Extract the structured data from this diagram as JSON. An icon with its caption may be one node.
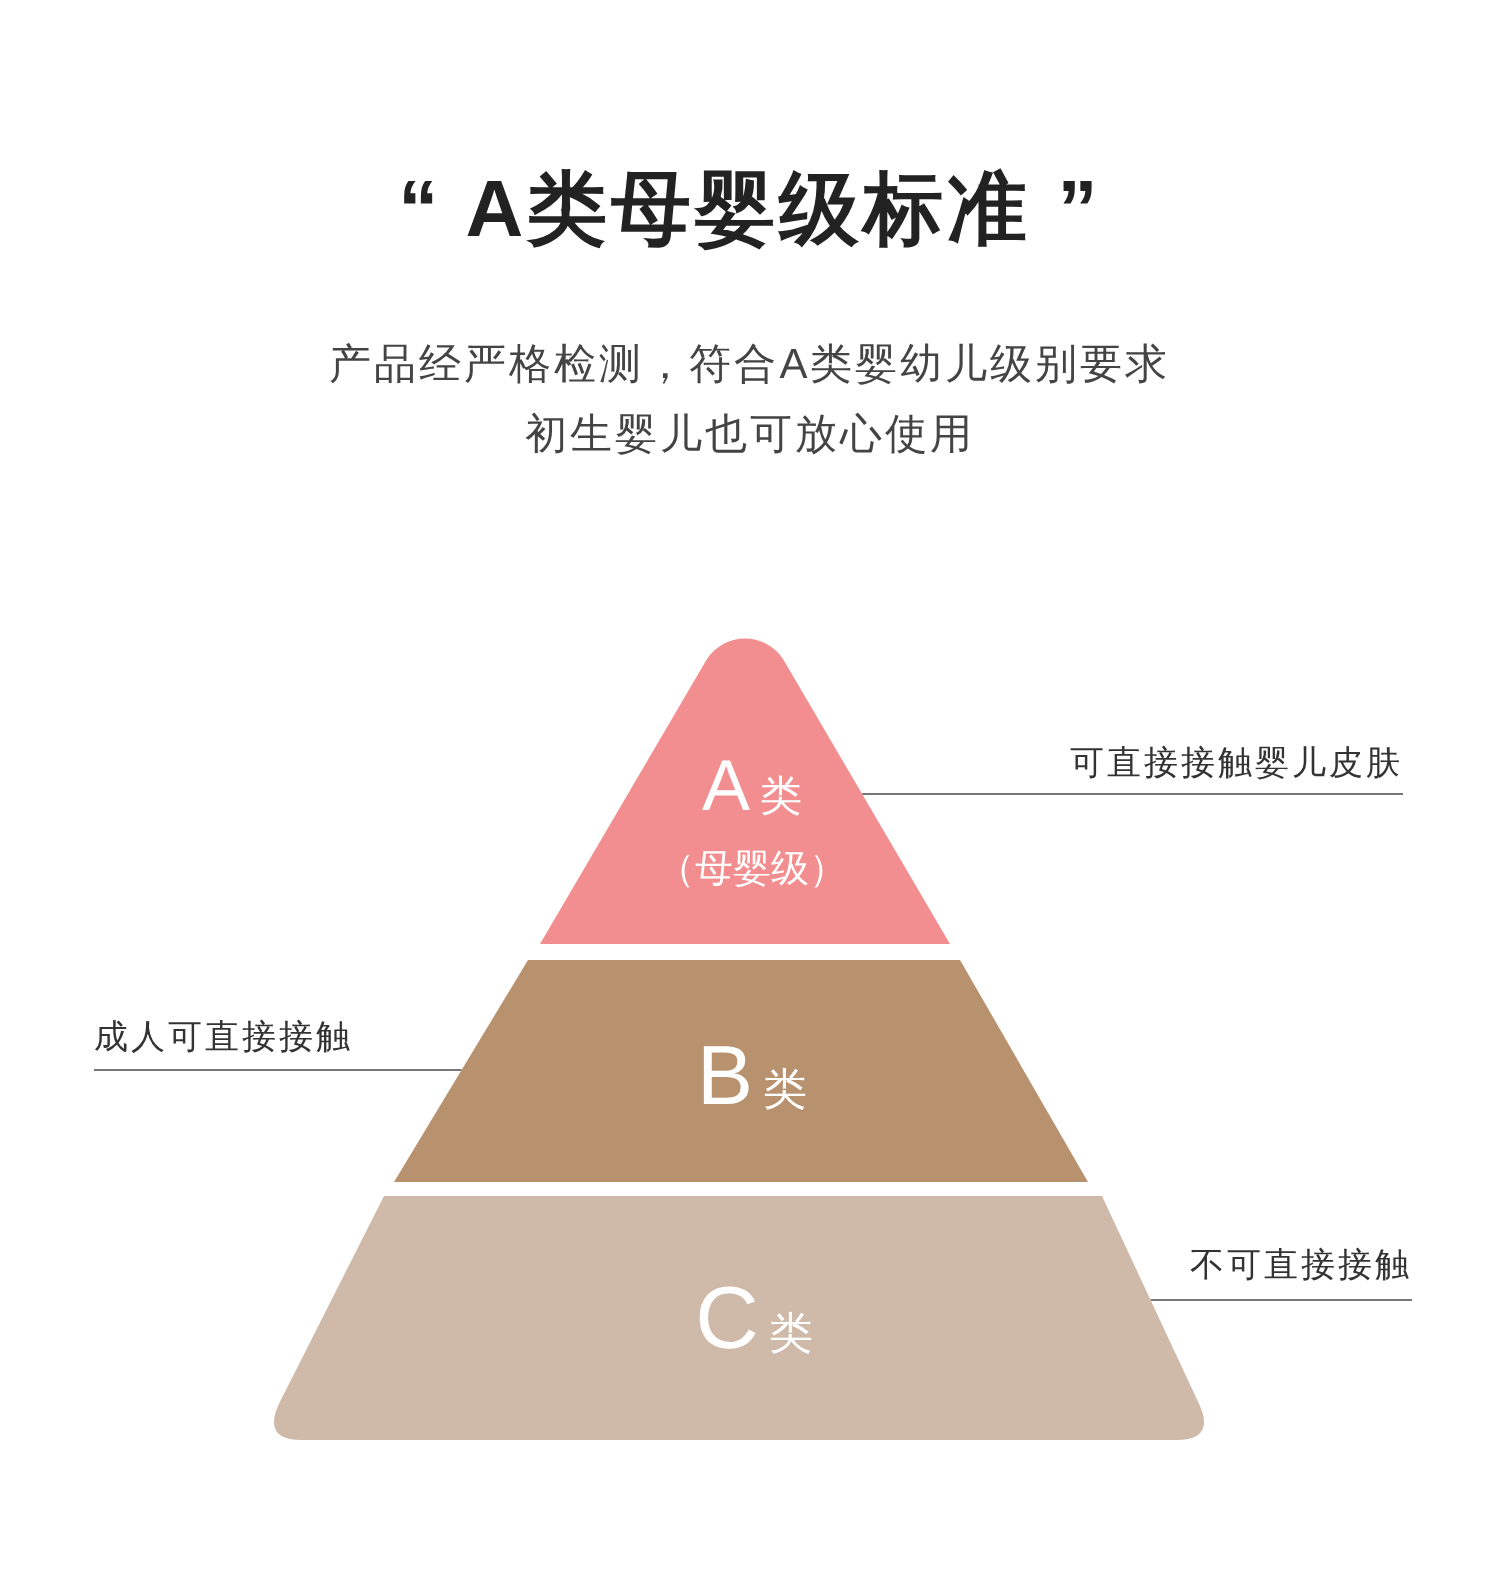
{
  "diagram": {
    "title": "“ A类母婴级标准 ”",
    "nodes": [
      {
        "text": [
          "A类",
          "（母婴级）"
        ]
      },
      {
        "text": [
          "可直接接触婴儿皮肤"
        ]
      },
      {
        "text": [
          "B类"
        ]
      },
      {
        "text": [
          "成人可直接接触"
        ]
      },
      {
        "text": [
          "C类"
        ]
      },
      {
        "text": [
          "不可直接接触"
        ]
      }
    ],
    "edges": [
      {
        "from": 1,
        "to": 0,
        "arrow": "none"
      },
      {
        "from": 3,
        "to": 2,
        "arrow": "none"
      },
      {
        "from": 5,
        "to": 4,
        "arrow": "none"
      }
    ],
    "labels": [
      "产品经严格检测，符合A类婴幼儿级别要求初生婴儿也可放心使用"
    ]
  }
}
